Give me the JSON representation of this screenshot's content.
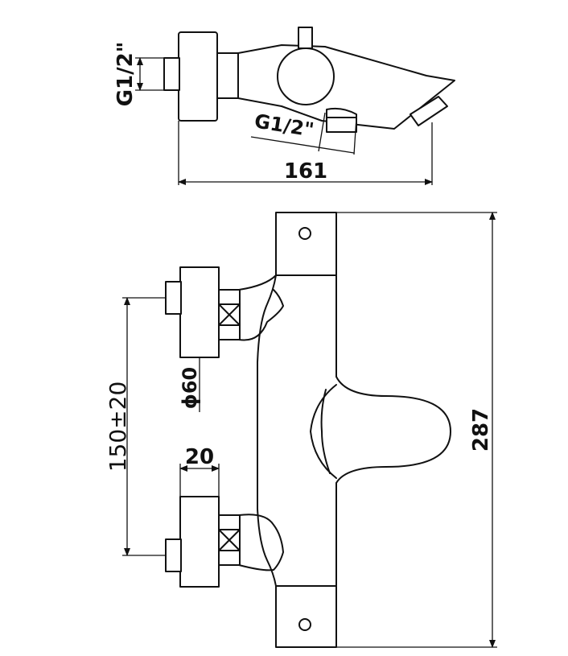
{
  "drawing": {
    "side_view": {
      "inlet_thread_label": "G1/2\"",
      "outlet_thread_label": "G1/2\"",
      "overall_length_label": "161"
    },
    "front_view": {
      "inlet_spacing_label": "150±20",
      "flange_diameter_label": "ϕ60",
      "flange_depth_label": "20",
      "overall_height_label": "287"
    }
  }
}
